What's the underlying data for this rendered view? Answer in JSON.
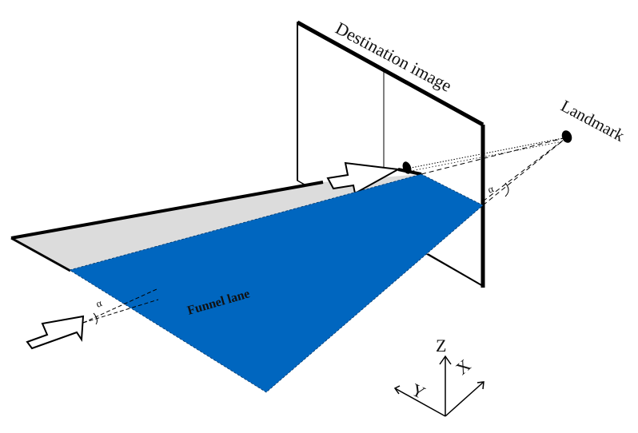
{
  "labels": {
    "destination_image": "Destination image",
    "landmark": "Landmark",
    "funnel_lane": "Funnel lane",
    "alpha_near": "α",
    "alpha_far": "α"
  },
  "axes": {
    "z": "Z",
    "y": "Y",
    "x": "X"
  },
  "colors": {
    "funnel": "#0066BF",
    "ground": "#DCDCDC",
    "outline": "#000000",
    "background": "#FFFFFF"
  }
}
